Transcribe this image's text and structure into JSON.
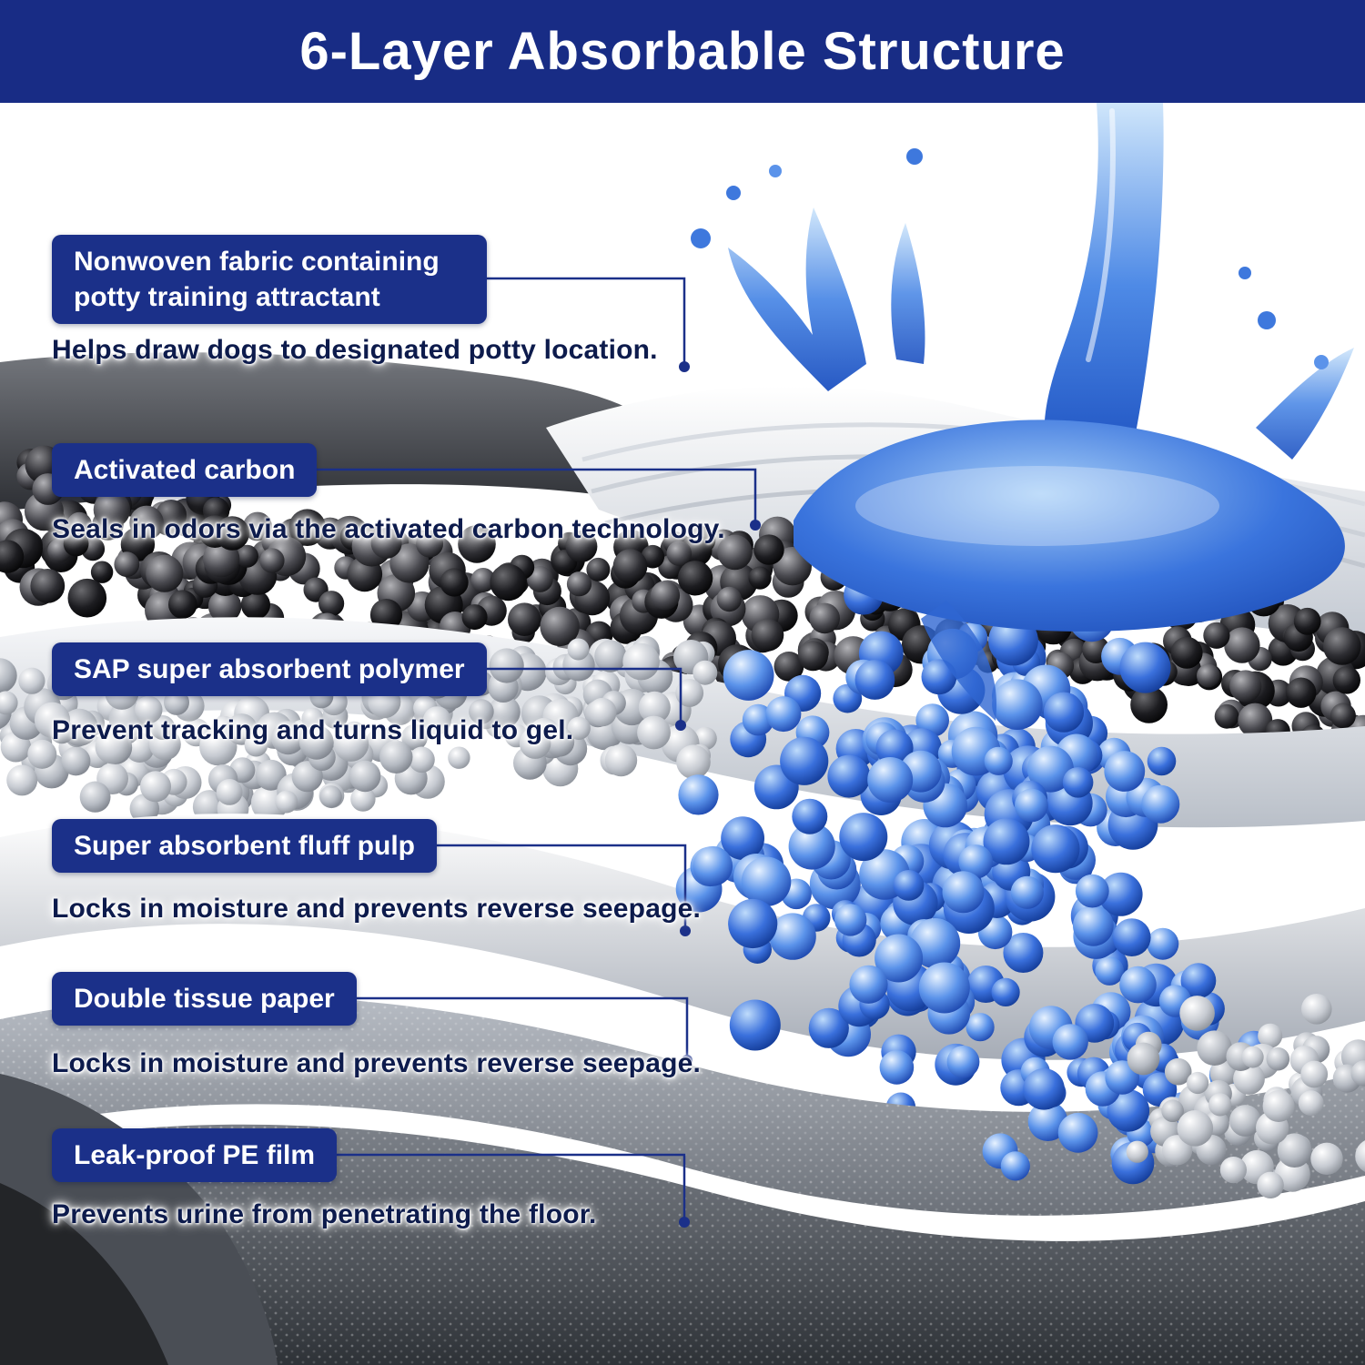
{
  "header": {
    "title": "6-Layer Absorbable Structure"
  },
  "layers": [
    {
      "label": "Nonwoven fabric containing potty training attractant",
      "description": "Helps draw dogs to designated potty location."
    },
    {
      "label": "Activated carbon",
      "description": "Seals in odors via the activated carbon technology."
    },
    {
      "label": "SAP super absorbent polymer",
      "description": "Prevent tracking and turns liquid to gel."
    },
    {
      "label": "Super absorbent fluff pulp",
      "description": "Locks in moisture and prevents reverse seepage."
    },
    {
      "label": "Double tissue paper",
      "description": "Locks in moisture and prevents reverse seepage."
    },
    {
      "label": "Leak-proof PE film",
      "description": "Prevents urine from penetrating the floor."
    }
  ],
  "colors": {
    "banner_navy": "#182c85",
    "label_navy": "#1b3089",
    "description_text": "#0d1b4c",
    "water_blue": "#2f6fe0",
    "carbon_black": "#1a1a1e",
    "sap_blue": "#3a70dc"
  }
}
